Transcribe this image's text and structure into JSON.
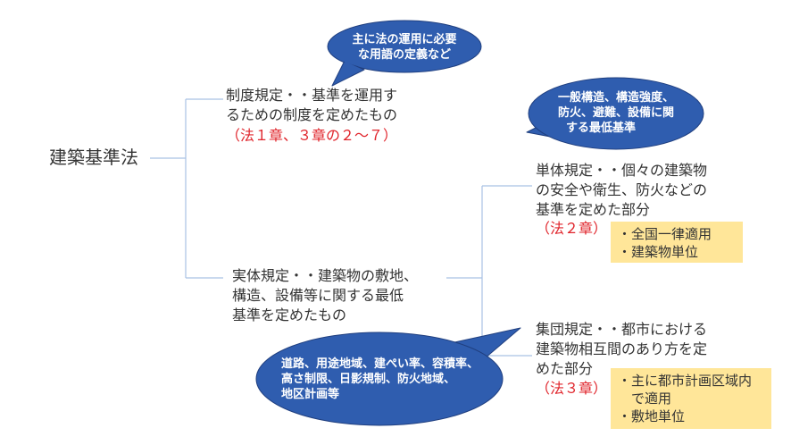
{
  "root": {
    "label": "建築基準法"
  },
  "branches": {
    "system": {
      "line1": "制度規定・・基準を運用す",
      "line2": "るための制度を定めたもの",
      "ref": "（法１章、３章の２～７）"
    },
    "substantive": {
      "line1": "実体規定・・建築物の敷地、",
      "line2": "構造、設備等に関する最低",
      "line3": "基準を定めたもの"
    },
    "single": {
      "line1": "単体規定・・個々の建築物",
      "line2": "の安全や衛生、防火などの",
      "line3": "基準を定めた部分",
      "ref": "（法２章）"
    },
    "group": {
      "line1": "集団規定・・都市における",
      "line2": "建築物相互間のあり方を定",
      "line3": "めた部分",
      "ref": "（法３章）"
    }
  },
  "bubbles": {
    "terms": {
      "line1": "主に法の運用に必要",
      "line2": "な用語の定義など"
    },
    "structure": {
      "line1": "一般構造、構造強度、",
      "line2": "防火、避難、設備に関",
      "line3": "する最低基準"
    },
    "zoning": {
      "line1": "道路、用途地域、建ぺい率、容積率、",
      "line2": "高さ制限、日影規制、防火地域、",
      "line3": "地区計画等"
    }
  },
  "notes": {
    "single": {
      "line1": "・全国一律適用",
      "line2": "・建築物単位"
    },
    "group": {
      "line1": "・主に都市計画区域内",
      "line2": "　で適用",
      "line3": "・敷地単位"
    }
  },
  "colors": {
    "bubble": "#2f5daf",
    "bubble_stroke": "#203f7f",
    "connector": "#a9c2e4",
    "note": "#ffe699",
    "ref_text": "#e0242b"
  }
}
